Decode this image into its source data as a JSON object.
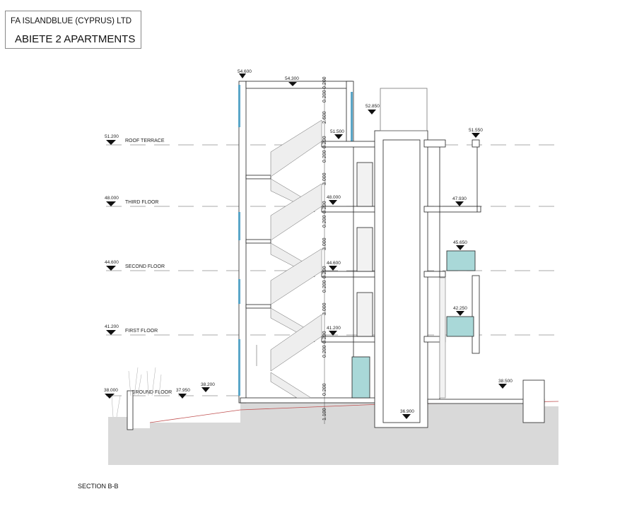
{
  "title_block": {
    "company": "FA ISLANDBLUE (CYPRUS) LTD",
    "project": "ABIETE 2 APARTMENTS"
  },
  "caption": "SECTION B-B",
  "levels": [
    {
      "name": "ROOF TERRACE",
      "elevation": "51.200"
    },
    {
      "name": "THIRD FLOOR",
      "elevation": "48.000"
    },
    {
      "name": "SECOND FLOOR",
      "elevation": "44.600"
    },
    {
      "name": "FIRST FLOOR",
      "elevation": "41.200"
    },
    {
      "name": "GROUND FLOOR",
      "elevation": "38.000"
    }
  ],
  "elevation_marks": [
    "54.600",
    "54.300",
    "52.850",
    "51.500",
    "51.550",
    "48.000",
    "47.930",
    "45.650",
    "44.600",
    "42.250",
    "41.200",
    "37.950",
    "38.200",
    "38.500",
    "36.900"
  ],
  "dimensions": [
    "0.200",
    "0.200",
    "2.600",
    "0.200",
    "0.200",
    "3.000",
    "0.200",
    "0.200",
    "3.000",
    "0.200",
    "0.200",
    "3.000",
    "0.200",
    "0.200",
    "0.200",
    "1.100"
  ],
  "colors": {
    "glass": "#a9d8d8",
    "ground": "#d9d9d9",
    "line": "#222222",
    "ground_line": "#c05050"
  }
}
